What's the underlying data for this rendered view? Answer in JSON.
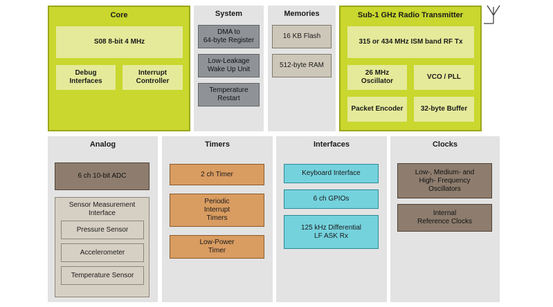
{
  "core": {
    "title": "Core",
    "cpu": "S08 8-bit 4 MHz",
    "debug": "Debug\nInterfaces",
    "interrupt": "Interrupt\nController"
  },
  "system": {
    "title": "System",
    "items": [
      "DMA to\n64-byte Register",
      "Low-Leakage\nWake Up Unit",
      "Temperature\nRestart"
    ]
  },
  "memories": {
    "title": "Memories",
    "items": [
      "16 KB Flash",
      "512-byte RAM"
    ]
  },
  "radio": {
    "title": "Sub-1 GHz Radio Transmitter",
    "rf": "315 or 434 MHz ISM band RF Tx",
    "osc": "26 MHz\nOscillator",
    "vco": "VCO / PLL",
    "packet": "Packet Encoder",
    "buffer": "32-byte Buffer"
  },
  "analog": {
    "title": "Analog",
    "adc": "6 ch 10-bit ADC",
    "smi": "Sensor Measurement\nInterface",
    "sensors": [
      "Pressure Sensor",
      "Accelerometer",
      "Temperature Sensor"
    ]
  },
  "timers": {
    "title": "Timers",
    "items": [
      "2 ch Timer",
      "Periodic\nInterrupt\nTimers",
      "Low-Power\nTimer"
    ]
  },
  "interfaces": {
    "title": "Interfaces",
    "items": [
      "Keyboard Interface",
      "6 ch GPIOs",
      "125 kHz Differential\nLF ASK Rx"
    ]
  },
  "clocks": {
    "title": "Clocks",
    "items": [
      "Low-, Medium- and\nHigh- Frequency\nOscillators",
      "Internal\nReference Clocks"
    ]
  }
}
